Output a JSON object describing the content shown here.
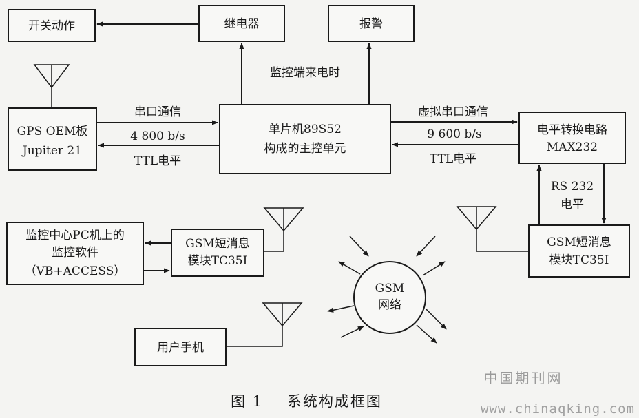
{
  "boxes": {
    "switch_action": "开关动作",
    "relay": "继电器",
    "alarm": "报警",
    "gps_line1": "GPS OEM板",
    "gps_line2": "Jupiter 21",
    "mcu_line1": "单片机89S52",
    "mcu_line2": "构成的主控单元",
    "level_line1": "电平转换电路",
    "level_line2": "MAX232",
    "pc_line1": "监控中心PC机上的",
    "pc_line2": "监控软件",
    "pc_line3": "（VB+ACCESS）",
    "gsm_left_line1": "GSM短消息",
    "gsm_left_line2": "模块TC35I",
    "gsm_right_line1": "GSM短消息",
    "gsm_right_line2": "模块TC35I",
    "user_phone": "用户手机"
  },
  "network": {
    "line1": "GSM",
    "line2": "网络"
  },
  "edge_labels": {
    "monitor_call": "监控端来电时",
    "serial_comm": "串口通信",
    "baud_4800": "4 800 b/s",
    "ttl_left": "TTL电平",
    "virtual_serial": "虚拟串口通信",
    "baud_9600": "9 600 b/s",
    "ttl_right": "TTL电平",
    "rs232_line1": "RS 232",
    "rs232_line2": "电平"
  },
  "caption": "图 1    系统构成框图",
  "watermark": {
    "cn": "中国期刊网",
    "url": "www.chinaqking.com"
  },
  "icons": [
    "antenna-icon",
    "arrow-icon"
  ]
}
